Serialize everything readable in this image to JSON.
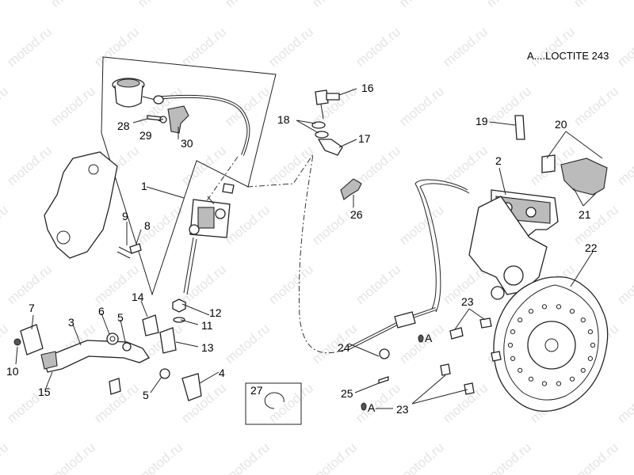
{
  "legend": "A....LOCTITE 243",
  "watermark": "motod.ru",
  "loctite_marker": "A",
  "callouts": {
    "c1": "1",
    "c2": "2",
    "c3": "3",
    "c4": "4",
    "c5a": "5",
    "c5b": "5",
    "c6": "6",
    "c7": "7",
    "c8": "8",
    "c9": "9",
    "c10": "10",
    "c11": "11",
    "c12": "12",
    "c13": "13",
    "c14": "14",
    "c15": "15",
    "c16": "16",
    "c17": "17",
    "c18": "18",
    "c19": "19",
    "c20": "20",
    "c21": "21",
    "c22": "22",
    "c23a": "23",
    "c23b": "23",
    "c24": "24",
    "c25": "25",
    "c26": "26",
    "c27": "27",
    "c28": "28",
    "c29": "29",
    "c30": "30"
  }
}
